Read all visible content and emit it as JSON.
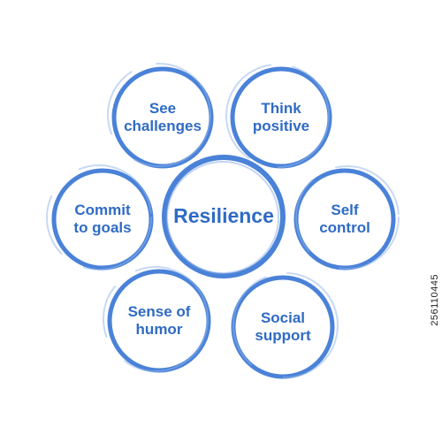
{
  "colors": {
    "ring": "#4a82d8",
    "ring_light": "#8fb3ea",
    "text": "#2f6bc4"
  },
  "center": {
    "label": "Resilience"
  },
  "nodes": [
    {
      "id": "see-challenges",
      "label": "See\nchallenges"
    },
    {
      "id": "think-positive",
      "label": "Think\npositive"
    },
    {
      "id": "commit-to-goals",
      "label": "Commit\nto goals"
    },
    {
      "id": "self-control",
      "label": "Self\ncontrol"
    },
    {
      "id": "sense-of-humor",
      "label": "Sense of\nhumor"
    },
    {
      "id": "social-support",
      "label": "Social\nsupport"
    }
  ],
  "watermark": "256110445"
}
